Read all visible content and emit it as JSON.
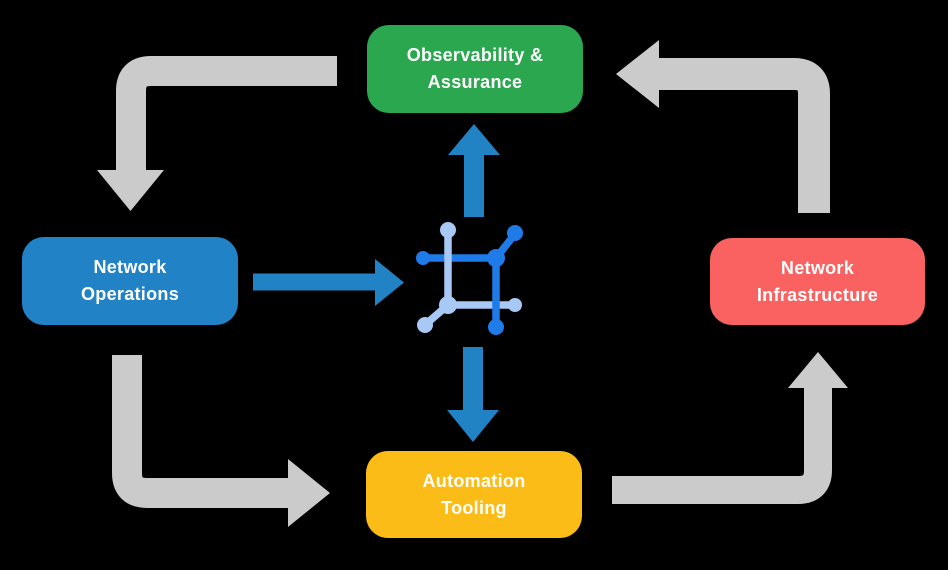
{
  "diagram": {
    "background_color": "#000000",
    "text_color": "#FFFFFF",
    "boxes": {
      "observability": {
        "label": "Observability &\nAssurance",
        "color": "#2BA84F"
      },
      "operations": {
        "label": "Network\nOperations",
        "color": "#2182C6"
      },
      "infrastructure": {
        "label": "Network\nInfrastructure",
        "color": "#F96260"
      },
      "tooling": {
        "label": "Automation\nTooling",
        "color": "#FBBC17"
      }
    },
    "arrows": {
      "cycle_color": "#CBCBCB",
      "flow_color": "#2182C4"
    },
    "center_icon": {
      "name": "network-automation-platform-icon",
      "dark_blue": "#1E7BE8",
      "light_blue": "#A8C8F5"
    }
  }
}
